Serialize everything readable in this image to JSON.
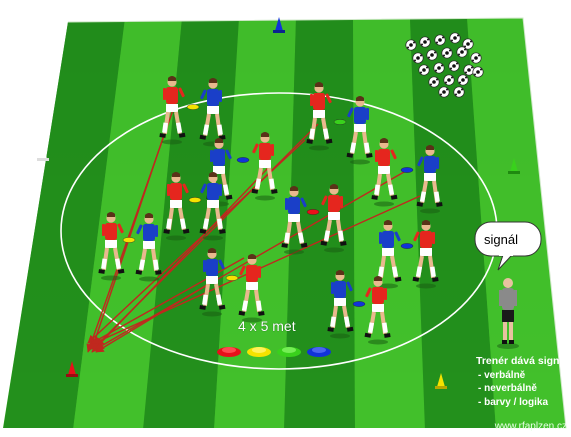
{
  "drill": {
    "distance_label": "4 x 5 met",
    "signal_bubble": "signál",
    "coach_title": "Trenér dává signál",
    "coach_items": [
      "- verbálně",
      "- neverbálně",
      "- barvy / logika"
    ],
    "website": "www.rfaplzen.cz"
  },
  "colors": {
    "pitch_dark": "#1f8a1a",
    "pitch_light": "#43c22b",
    "player_red": "#e5261e",
    "player_blue": "#1a3fc8",
    "arrow": "#c0281e",
    "cone_colors": [
      "#e8101a",
      "#f5e300",
      "#39d11c",
      "#1133d9"
    ]
  },
  "icons": {
    "ball_icon": "soccer-ball",
    "cone_icon": "training-cone",
    "coach_icon": "coach-figure"
  }
}
